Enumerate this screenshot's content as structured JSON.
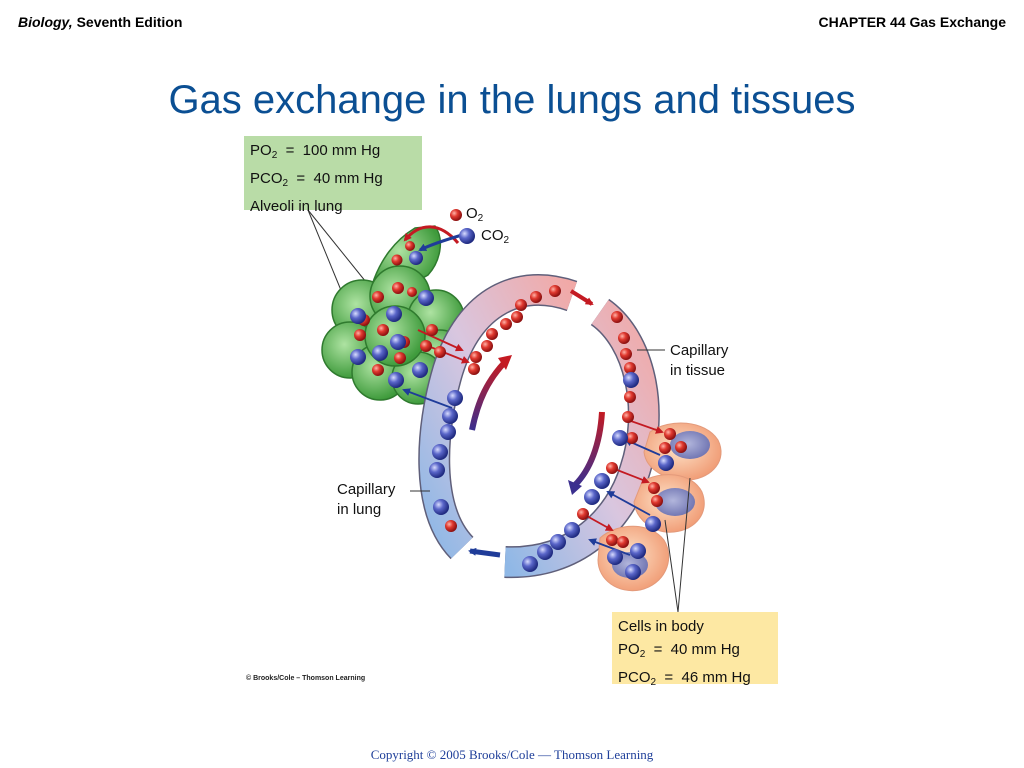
{
  "header": {
    "book_title": "Biology,",
    "book_edition": " Seventh Edition",
    "chapter": "CHAPTER 44 Gas Exchange"
  },
  "slide_title": "Gas exchange in the lungs and tissues",
  "lung_box": {
    "po2_main": "PO",
    "po2_sub": "2",
    "po2_value": "  =  100 mm Hg",
    "pco2_main": "PCO",
    "pco2_sub": "2",
    "pco2_value": "  =  40 mm Hg",
    "caption": "Alveoli in lung",
    "color": "#b9dca7"
  },
  "body_box": {
    "caption": "Cells in body",
    "po2_main": "PO",
    "po2_sub": "2",
    "po2_value": "  =  40 mm Hg",
    "pco2_main": "PCO",
    "pco2_sub": "2",
    "pco2_value": "  =  46 mm Hg",
    "color": "#fde8a3"
  },
  "legend": {
    "o2_main": "O",
    "o2_sub": "2",
    "co2_main": "CO",
    "co2_sub": "2"
  },
  "labels": {
    "capillary_tissue_1": "Capillary",
    "capillary_tissue_2": "in tissue",
    "capillary_lung_1": "Capillary",
    "capillary_lung_2": "in lung"
  },
  "colors": {
    "o2": "#d42a2a",
    "co2": "#4a5fc2",
    "alveoli": "#6fc96a",
    "cells": "#f7b38e",
    "title": "#0b4f93"
  },
  "image_credit": "© Brooks/Cole – Thomson Learning",
  "footer": "Copyright © 2005 Brooks/Cole — Thomson Learning"
}
